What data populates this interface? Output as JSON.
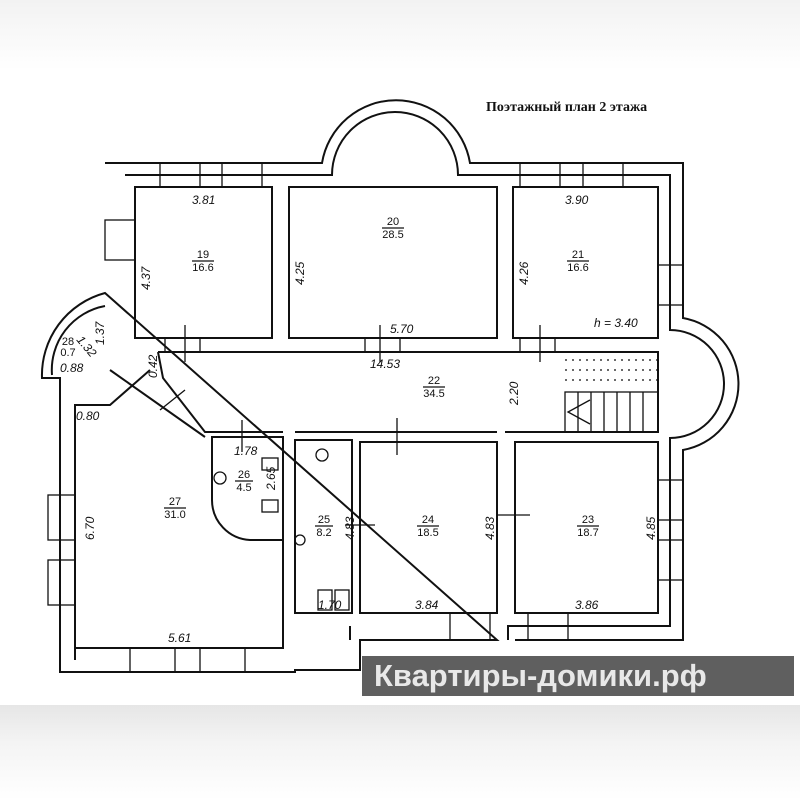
{
  "title": "Поэтажный план 2 этажа",
  "watermark": "Квартиры-домики.рф",
  "ceiling_height": "h = 3.40",
  "rooms": [
    {
      "id": "19",
      "area": "16.6"
    },
    {
      "id": "20",
      "area": "28.5"
    },
    {
      "id": "21",
      "area": "16.6"
    },
    {
      "id": "22",
      "area": "34.5"
    },
    {
      "id": "23",
      "area": "18.7"
    },
    {
      "id": "24",
      "area": "18.5"
    },
    {
      "id": "25",
      "area": "8.2"
    },
    {
      "id": "26",
      "area": "4.5"
    },
    {
      "id": "27",
      "area": "31.0"
    },
    {
      "id": "28",
      "area": "0.7"
    }
  ],
  "dimensions": {
    "r19_w": "3.81",
    "r19_h": "4.37",
    "r20_h": "4.25",
    "r20_w": "5.70",
    "r21_w": "3.90",
    "r21_h": "4.26",
    "corr_len": "14.53",
    "corr_w": "2.20",
    "corr_a": "0.42",
    "r28_a": "1.37",
    "r28_b": "1.32",
    "r28_c": "0.88",
    "r27_a": "0.80",
    "r27_h": "6.70",
    "r27_w": "5.61",
    "r26_w": "1.78",
    "r26_h": "2.65",
    "r25_h": "4.83",
    "r25_w": "1.70",
    "r24_h": "4.83",
    "r24_w": "3.84",
    "r23_h": "4.85",
    "r23_w": "3.86"
  }
}
